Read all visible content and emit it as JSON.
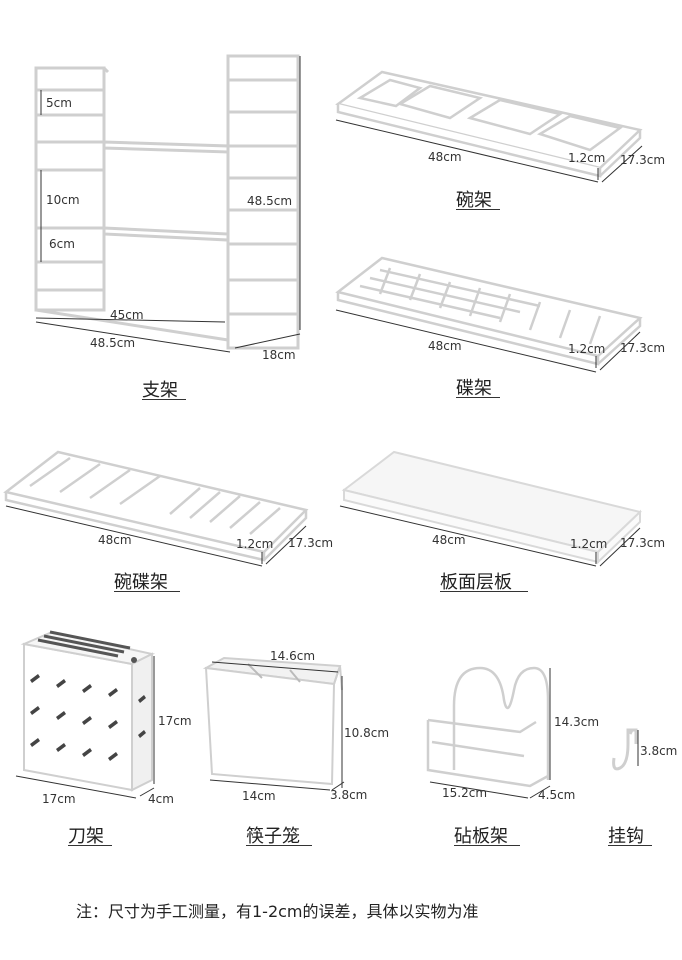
{
  "colors": {
    "product": "#ffffff",
    "outline": "#cfcfcf",
    "dim_line": "#333333",
    "text": "#222222"
  },
  "items": {
    "rack": {
      "name": "支架",
      "dims": {
        "spacing1": "5cm",
        "spacing2": "10cm",
        "spacing3": "6cm",
        "height": "48.5cm",
        "inner_width": "45cm",
        "width": "48.5cm",
        "depth": "18cm"
      }
    },
    "bowl_rack": {
      "name": "碗架",
      "dims": {
        "length": "48cm",
        "height": "1.2cm",
        "depth": "17.3cm"
      }
    },
    "plate_rack": {
      "name": "碟架",
      "dims": {
        "length": "48cm",
        "height": "1.2cm",
        "depth": "17.3cm"
      }
    },
    "bowl_plate_rack": {
      "name": "碗碟架",
      "dims": {
        "length": "48cm",
        "height": "1.2cm",
        "depth": "17.3cm"
      }
    },
    "flat_shelf": {
      "name": "板面层板",
      "dims": {
        "length": "48cm",
        "height": "1.2cm",
        "depth": "17.3cm"
      }
    },
    "knife_block": {
      "name": "刀架",
      "dims": {
        "height": "17cm",
        "width": "17cm",
        "depth": "4cm"
      }
    },
    "chopstick_cage": {
      "name": "筷子笼",
      "dims": {
        "top_width": "14.6cm",
        "height": "10.8cm",
        "width": "14cm",
        "depth": "3.8cm"
      }
    },
    "board_rack": {
      "name": "砧板架",
      "dims": {
        "height": "14.3cm",
        "width": "15.2cm",
        "depth": "4.5cm"
      }
    },
    "hook": {
      "name": "挂钩",
      "dims": {
        "height": "3.8cm"
      }
    }
  },
  "note": "注：尺寸为手工测量，有1-2cm的误差，具体以实物为准"
}
